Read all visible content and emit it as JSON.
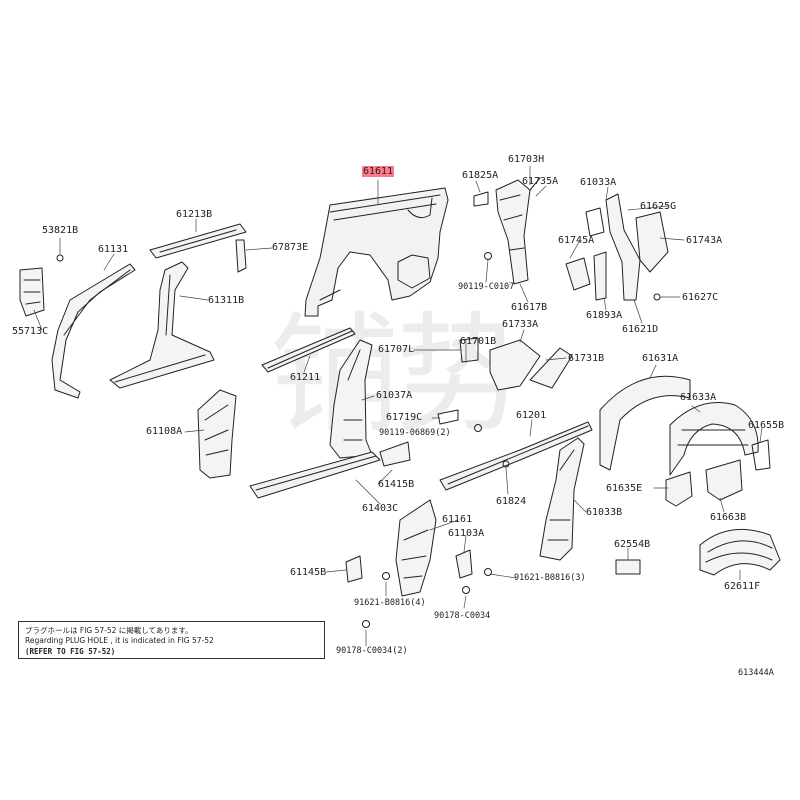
{
  "diagram": {
    "highlight_color": "#ff7a86",
    "figure_id": "613444A",
    "watermark_text": "铺 势",
    "part_labels": [
      {
        "key": "p61611",
        "text": "61611",
        "highlight": true
      },
      {
        "key": "p61703H",
        "text": "61703H"
      },
      {
        "key": "p61825A",
        "text": "61825A"
      },
      {
        "key": "p61735A",
        "text": "61735A"
      },
      {
        "key": "p61033A",
        "text": "61033A"
      },
      {
        "key": "p61625G",
        "text": "61625G"
      },
      {
        "key": "p61743A",
        "text": "61743A"
      },
      {
        "key": "p61745A",
        "text": "61745A"
      },
      {
        "key": "p61627C",
        "text": "61627C"
      },
      {
        "key": "p61893A",
        "text": "61893A"
      },
      {
        "key": "p61621D",
        "text": "61621D"
      },
      {
        "key": "p53821B",
        "text": "53821B"
      },
      {
        "key": "p61213B",
        "text": "61213B"
      },
      {
        "key": "p61131",
        "text": "61131"
      },
      {
        "key": "p67873E",
        "text": "67873E"
      },
      {
        "key": "p61311B",
        "text": "61311B"
      },
      {
        "key": "p55713C",
        "text": "55713C"
      },
      {
        "key": "p90119C0107",
        "text": "90119-C0107"
      },
      {
        "key": "p61617B",
        "text": "61617B"
      },
      {
        "key": "p61733A",
        "text": "61733A"
      },
      {
        "key": "p61707L",
        "text": "61707L"
      },
      {
        "key": "p61701B",
        "text": "61701B"
      },
      {
        "key": "p61731B",
        "text": "61731B"
      },
      {
        "key": "p61631A",
        "text": "61631A"
      },
      {
        "key": "p61211",
        "text": "61211"
      },
      {
        "key": "p61037A",
        "text": "61037A"
      },
      {
        "key": "p61633A",
        "text": "61633A"
      },
      {
        "key": "p61108A",
        "text": "61108A"
      },
      {
        "key": "p61719C",
        "text": "61719C"
      },
      {
        "key": "p61201",
        "text": "61201"
      },
      {
        "key": "p90119_06869",
        "text": "90119-06869(2)"
      },
      {
        "key": "p61655B",
        "text": "61655B"
      },
      {
        "key": "p61415B",
        "text": "61415B"
      },
      {
        "key": "p61635E",
        "text": "61635E"
      },
      {
        "key": "p61824",
        "text": "61824"
      },
      {
        "key": "p61403C",
        "text": "61403C"
      },
      {
        "key": "p61161",
        "text": "61161"
      },
      {
        "key": "p61033B",
        "text": "61033B"
      },
      {
        "key": "p61663B",
        "text": "61663B"
      },
      {
        "key": "p61103A",
        "text": "61103A"
      },
      {
        "key": "p62554B",
        "text": "62554B"
      },
      {
        "key": "p61145B",
        "text": "61145B"
      },
      {
        "key": "p91621_B0816_3",
        "text": "91621-B0816(3)"
      },
      {
        "key": "p62611F",
        "text": "62611F"
      },
      {
        "key": "p91621_B0816_4",
        "text": "91621-B0816(4)"
      },
      {
        "key": "p90178_C0034",
        "text": "90178-C0034"
      },
      {
        "key": "p90178_C0034_2",
        "text": "90178-C0034(2)"
      }
    ],
    "note": {
      "line1": "プラグホールは FIG 57-52 に掲載してあります。",
      "line2": "Regarding PLUG HOLE , it is indicated in FIG 57-52",
      "line3": "(REFER TO FIG 57-52)"
    }
  }
}
